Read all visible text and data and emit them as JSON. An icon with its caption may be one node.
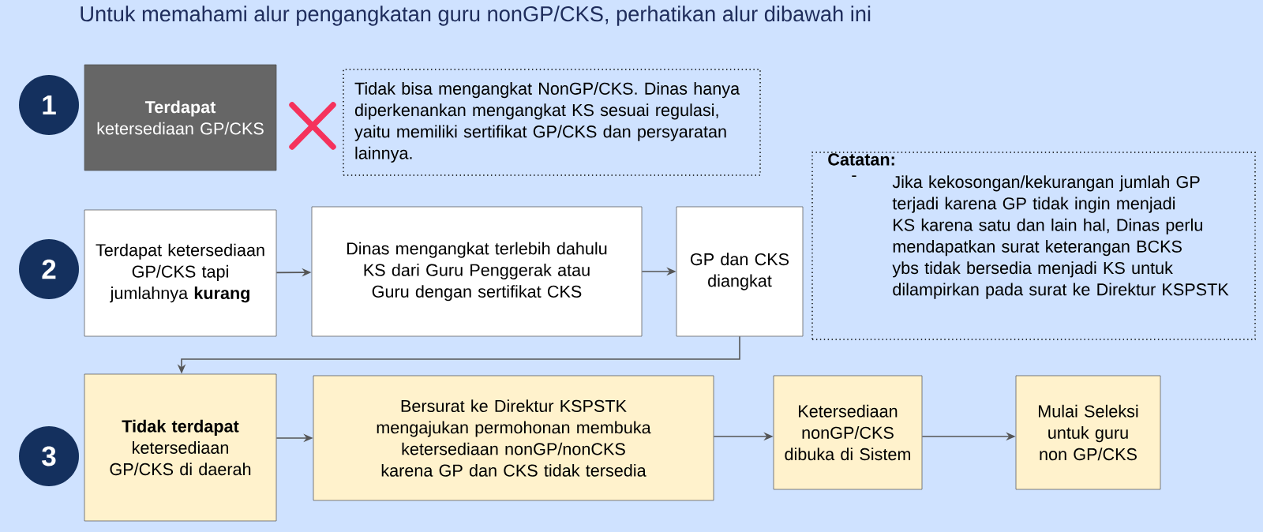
{
  "diagram": {
    "title": "Untuk memahami alur pengangkatan guru nonGP/CKS, perhatikan alur dibawah ini",
    "nodes": [
      {
        "text": [
          "1"
        ]
      },
      {
        "text": [
          "**Terdapat** ketersediaan GP/CKS"
        ]
      },
      {
        "text": [
          "Tidak bisa mengangkat NonGP/CKS. Dinas hanya diperkenankan mengangkat KS sesuai regulasi, yaitu memiliki sertifikat GP/CKS dan persyaratan lainnya."
        ]
      },
      {
        "text": [
          "2"
        ]
      },
      {
        "text": [
          "Terdapat ketersediaan GP/CKS tapi jumlahnya **kurang**"
        ]
      },
      {
        "text": [
          "Dinas mengangkat terlebih dahulu KS dari Guru Penggerak atau Guru dengan sertifikat CKS"
        ]
      },
      {
        "text": [
          "GP dan CKS diangkat"
        ]
      },
      {
        "text": [
          "3"
        ]
      },
      {
        "text": [
          "**Tidak terdapat** ketersediaan GP/CKS di daerah"
        ]
      },
      {
        "text": [
          "Bersurat ke Direktur KSPSTK mengajukan permohonan membuka ketersediaan nonGP/nonCKS karena GP dan CKS tidak tersedia"
        ]
      },
      {
        "text": [
          "Ketersediaan nonGP/CKS dibuka di Sistem"
        ]
      },
      {
        "text": [
          "Mulai Seleksi untuk guru non GP/CKS"
        ]
      },
      {
        "text": [
          "Catatan:",
          "-",
          "Jika kekosongan/kekurangan jumlah GP terjadi karena GP tidak ingin menjadi KS karena satu dan lain hal, Dinas perlu mendapatkan surat keterangan BCKS ybs tidak bersedia menjadi KS untuk dilampirkan pada surat ke Direktur KSPSTK"
        ]
      }
    ],
    "edges": [
      {
        "from": 4,
        "to": 5,
        "arrow": "to"
      },
      {
        "from": 5,
        "to": 6,
        "arrow": "to"
      },
      {
        "from": 6,
        "to": 8,
        "arrow": "to"
      },
      {
        "from": 8,
        "to": 9,
        "arrow": "to"
      },
      {
        "from": 9,
        "to": 10,
        "arrow": "to"
      },
      {
        "from": 10,
        "to": 11,
        "arrow": "to"
      }
    ]
  }
}
